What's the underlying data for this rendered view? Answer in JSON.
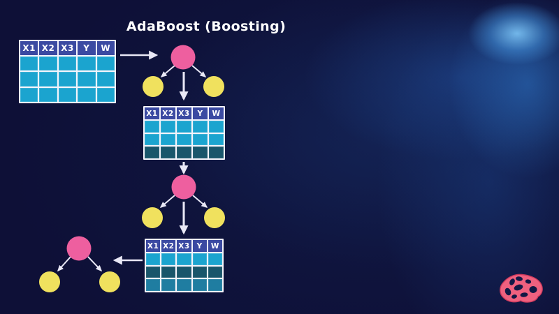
{
  "title": "AdaBoost (Boosting)",
  "colors": {
    "background": "#0e1037",
    "glow_core": "#5ab4f0",
    "glow_mid": "#2d73c3",
    "table_border": "#f4f4fb",
    "table_header_bg": "#3b4aa2",
    "cell_normal": "#1ba4cf",
    "cell_weight_dark": "#19566b",
    "cell_weight_medium": "#1f7da1",
    "node_root": "#ee5f9f",
    "node_leaf": "#f0e15e",
    "arrow": "#e9e8f6",
    "logo_pink": "#ef617f"
  },
  "table_columns": [
    "X1",
    "X2",
    "X3",
    "Y",
    "W"
  ],
  "tables": [
    {
      "row_styles": [
        "normal",
        "normal",
        "normal"
      ]
    },
    {
      "row_styles": [
        "normal",
        "normal",
        "dark"
      ]
    },
    {
      "row_styles": [
        "normal",
        "dark",
        "medium"
      ]
    }
  ],
  "diagram": {
    "stumps": [
      {
        "root": "pink",
        "leaves": [
          "yellow",
          "yellow"
        ]
      },
      {
        "root": "pink",
        "leaves": [
          "yellow",
          "yellow"
        ]
      },
      {
        "root": "pink",
        "leaves": [
          "yellow",
          "yellow"
        ]
      }
    ]
  },
  "logo": {
    "icon": "brain-logo"
  }
}
